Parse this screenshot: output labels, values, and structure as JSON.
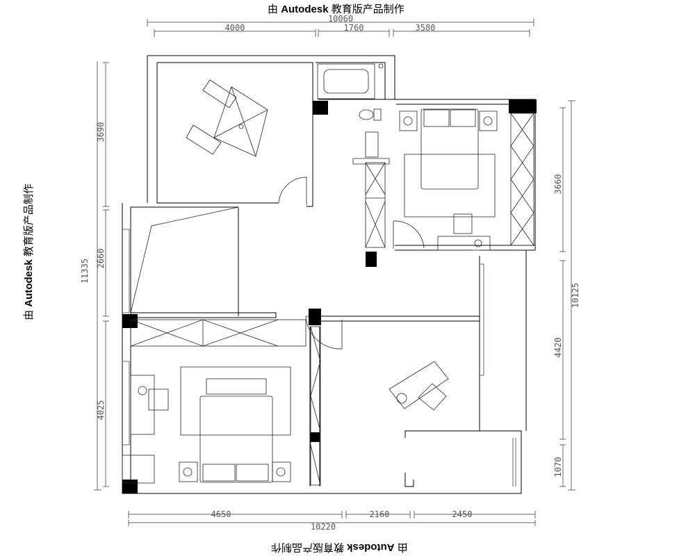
{
  "watermark": {
    "prefix": "由",
    "brand": "Autodesk",
    "suffix": "教育版产品制作"
  },
  "dimensions": {
    "top": {
      "total": "10060",
      "segments": [
        "4000",
        "1760",
        "3580"
      ]
    },
    "left": {
      "total": "11335",
      "segments": [
        "3690",
        "2660",
        "4025"
      ]
    },
    "right": {
      "total": "10125",
      "segments": [
        "3660",
        "4420",
        "1070"
      ]
    },
    "bottom": {
      "total": "10220",
      "segments": [
        "4650",
        "2160",
        "2450"
      ]
    }
  }
}
